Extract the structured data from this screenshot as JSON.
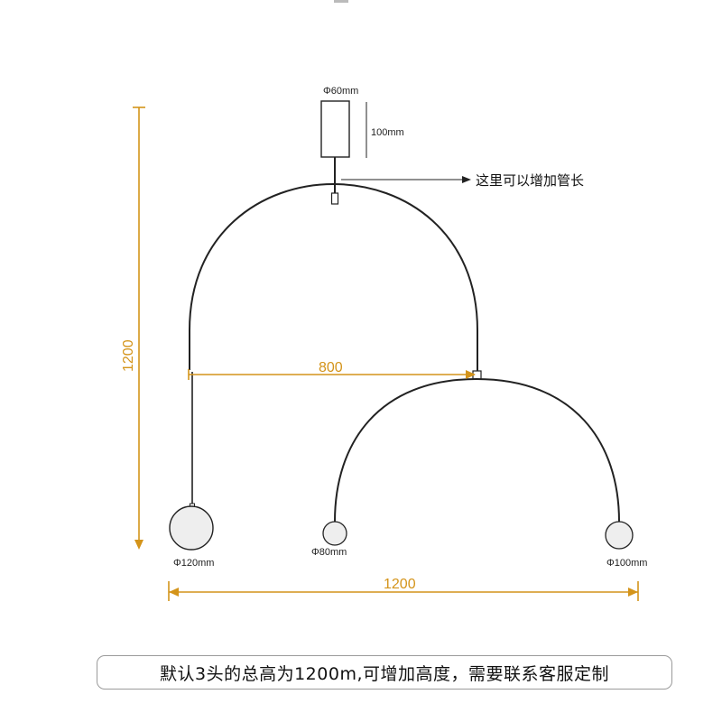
{
  "colors": {
    "dimension": "#d4941a",
    "frame": "#222222",
    "globe": "#eeeeee"
  },
  "dimensions": {
    "total_height": "1200",
    "arm_spacing": "800",
    "total_width": "1200",
    "canopy_height": "100mm"
  },
  "labels": {
    "canopy_diameter": "Φ60mm",
    "globe_left": "Φ120mm",
    "globe_middle": "Φ80mm",
    "globe_right": "Φ100mm",
    "rod_annotation": "这里可以增加管长"
  },
  "caption": "默认3头的总高为1200m,可增加高度，需要联系客服定制"
}
